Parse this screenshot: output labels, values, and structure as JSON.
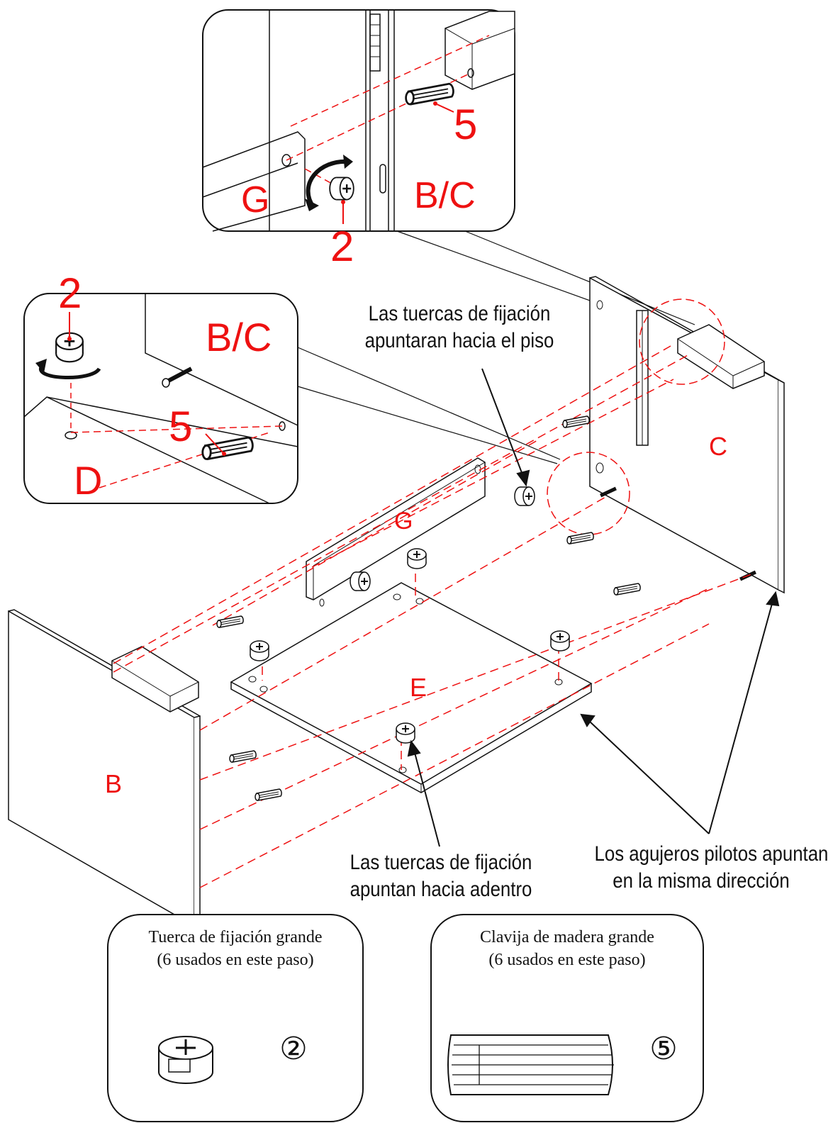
{
  "detail_top": {
    "panel_g": "G",
    "panel_bc": "B/C",
    "callout_nut": "2",
    "callout_dowel": "5"
  },
  "detail_left": {
    "callout_nut": "2",
    "panel_bc": "B/C",
    "callout_dowel": "5",
    "panel_d": "D"
  },
  "panels": {
    "c": "C",
    "g": "G",
    "e": "E",
    "b": "B"
  },
  "notes": {
    "floor_line1": "Las tuercas de fijación",
    "floor_line2": "apuntaran hacia el piso",
    "inward_line1": "Las tuercas de fijación",
    "inward_line2": "apuntan hacia adentro",
    "pilot_line1": "Los agujeros pilotos apuntan",
    "pilot_line2": "en la misma dirección"
  },
  "legend": {
    "nut": {
      "title": "Tuerca de fijación grande",
      "subtitle": "(6 usados en este paso)",
      "number": "②",
      "icon": "cam-lock-nut-icon"
    },
    "dowel": {
      "title": "Clavija de madera grande",
      "subtitle": "(6 usados en este paso)",
      "number": "⑤",
      "icon": "wood-dowel-icon"
    }
  },
  "colors": {
    "label_red": "#ee1111",
    "line": "#111111",
    "dash_red": "#ee1111"
  }
}
